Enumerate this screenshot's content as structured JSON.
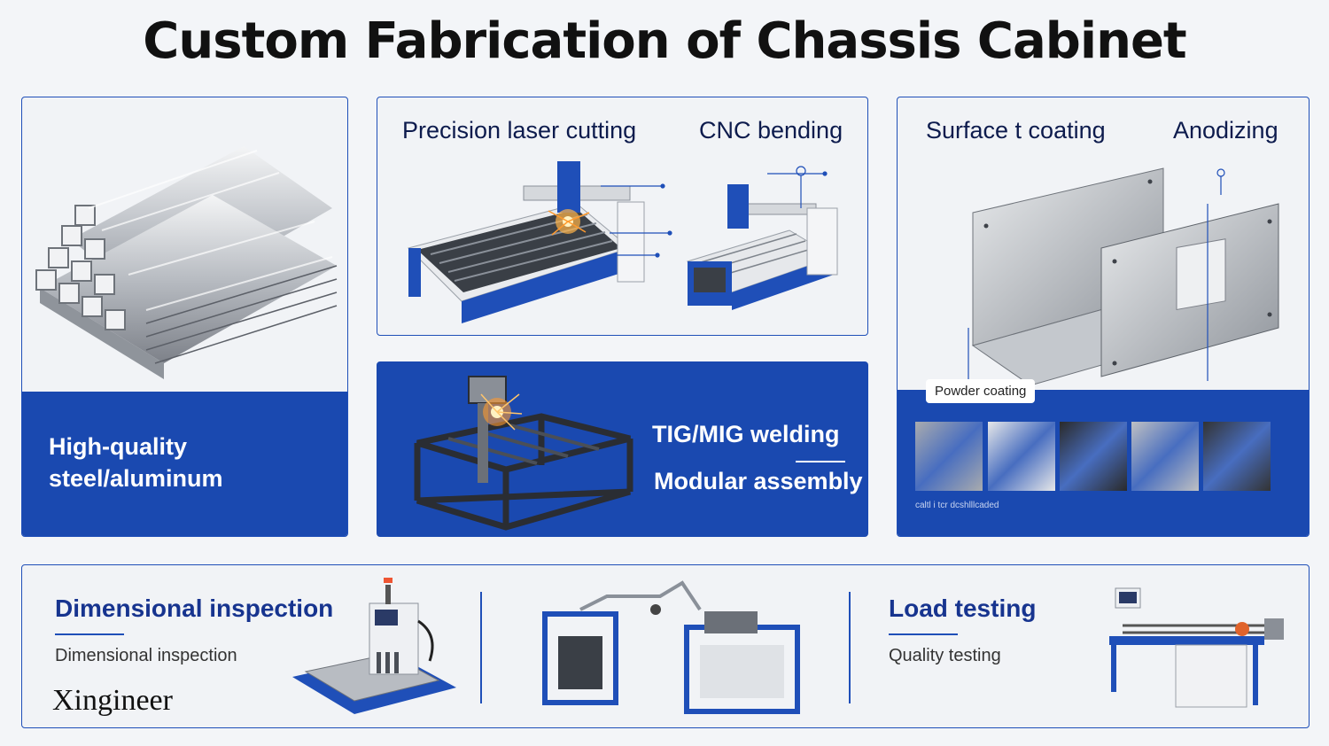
{
  "title": "Custom Fabrication of Chassis Cabinet",
  "materials": {
    "label_line1": "High-quality",
    "label_line2": "steel/aluminum"
  },
  "cutting": {
    "label_left": "Precision laser cutting",
    "label_right": "CNC bending"
  },
  "welding": {
    "label_top": "TIG/MIG welding",
    "label_bottom": "Modular assembly"
  },
  "surface": {
    "label_left": "Surface t coating",
    "label_right": "Anodizing",
    "tag": "Powder coating",
    "caption": "caltl i tcr dcshlllcaded",
    "swatches": [
      "#a9abae",
      "#e6e7e8",
      "#2a2a2a",
      "#bfc0c2",
      "#333333"
    ]
  },
  "qa": {
    "col1_heading": "Dimensional inspection",
    "col1_sub": "Dimensional inspection",
    "col3_heading": "Load testing",
    "col3_sub": "Quality testing",
    "brand": "Xingineer"
  },
  "colors": {
    "brand_blue": "#1a49b0",
    "text_navy": "#0d1b4d",
    "background": "#f3f5f8"
  }
}
